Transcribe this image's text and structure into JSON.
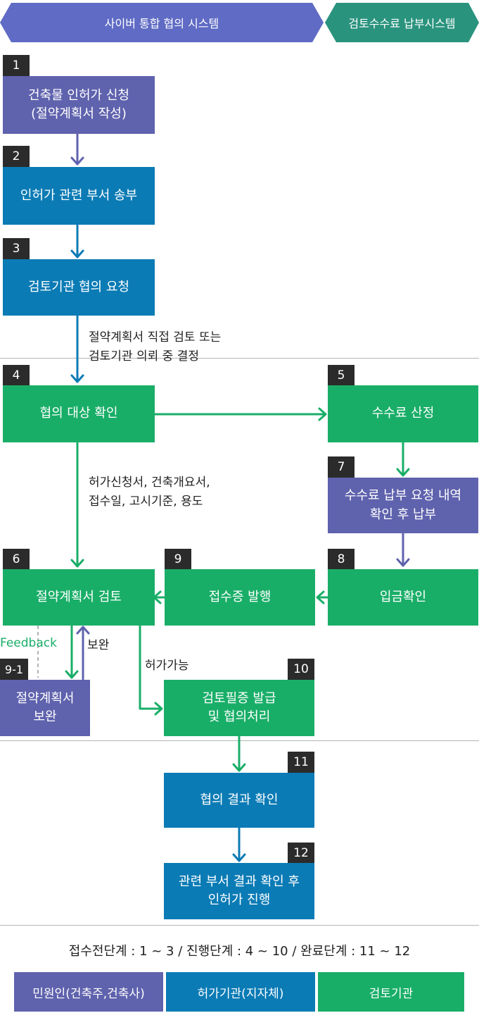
{
  "header": {
    "system_left": "사이버 통합 협의 시스템",
    "system_right": "검토수수료 납부시스템"
  },
  "steps": {
    "s1": {
      "num": "1",
      "lines": [
        "건축물 인허가 신청",
        "(절약계획서 작성)"
      ]
    },
    "s2": {
      "num": "2",
      "lines": [
        "인허가 관련 부서 송부"
      ]
    },
    "s3": {
      "num": "3",
      "lines": [
        "검토기관 협의 요청"
      ]
    },
    "s4": {
      "num": "4",
      "lines": [
        "협의 대상 확인"
      ]
    },
    "s5": {
      "num": "5",
      "lines": [
        "수수료 산정"
      ]
    },
    "s6": {
      "num": "6",
      "lines": [
        "절약계획서 검토"
      ]
    },
    "s7": {
      "num": "7",
      "lines": [
        "수수료 납부 요청 내역",
        "확인 후 납부"
      ]
    },
    "s8": {
      "num": "8",
      "lines": [
        "입금확인"
      ]
    },
    "s9": {
      "num": "9",
      "lines": [
        "접수증 발행"
      ]
    },
    "s9_1": {
      "num": "9-1",
      "lines": [
        "절약계획서",
        "보완"
      ]
    },
    "s10": {
      "num": "10",
      "lines": [
        "검토필증 발급",
        "및 협의처리"
      ]
    },
    "s11": {
      "num": "11",
      "lines": [
        "협의 결과 확인"
      ]
    },
    "s12": {
      "num": "12",
      "lines": [
        "관련 부서 결과 확인 후",
        "인허가 진행"
      ]
    }
  },
  "annotations": {
    "decision": [
      "절약계획서 직접 검토 또는",
      "검토기관 의뢰 중 결정"
    ],
    "documents": [
      "허가신청서, 건축개요서,",
      "접수일, 고시기준, 용도"
    ],
    "feedback": "Feedback",
    "supplement": "보완",
    "permit_possible": "허가가능"
  },
  "summary": "접수전단계 : 1 ~ 3 / 진행단계 : 4 ~ 10 / 완료단계 : 11 ~ 12",
  "legend": {
    "applicant": "민원인(건축주,건축사)",
    "permit_agency": "허가기관(지자체)",
    "review_agency": "검토기관"
  },
  "colors": {
    "applicant": "#5f62ad",
    "permit_agency": "#0b7bb5",
    "review_agency": "#19ae68",
    "banner_left": "#5f6bc4",
    "banner_right": "#2a937e",
    "number_tag": "#2b2b2b"
  }
}
